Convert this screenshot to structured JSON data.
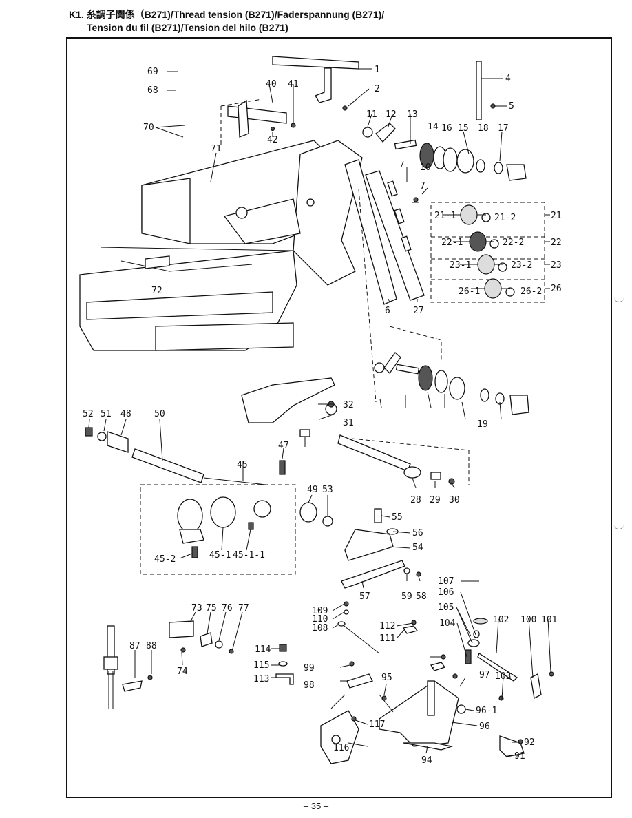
{
  "heading": {
    "line1": "K1. 糸調子関係（B271)/Thread tension (B271)/Faderspannung (B271)/",
    "line2": "Tension du fil (B271)/Tension del hilo (B271)"
  },
  "page_number": "– 35 –",
  "part_labels": [
    "1",
    "2",
    "4",
    "5",
    "6",
    "7",
    "10",
    "11",
    "12",
    "13",
    "14",
    "15",
    "16",
    "17",
    "18",
    "19",
    "21",
    "21-1",
    "21-2",
    "22",
    "22-1",
    "22-2",
    "23",
    "23-1",
    "23-2",
    "26",
    "26-1",
    "26-2",
    "27",
    "28",
    "29",
    "30",
    "31",
    "32",
    "40",
    "41",
    "42",
    "45",
    "45-1",
    "45-1-1",
    "45-2",
    "47",
    "48",
    "49",
    "50",
    "51",
    "52",
    "53",
    "54",
    "55",
    "56",
    "57",
    "58",
    "59",
    "68",
    "69",
    "70",
    "71",
    "72",
    "73",
    "74",
    "75",
    "76",
    "77",
    "87",
    "88",
    "91",
    "92",
    "94",
    "95",
    "96",
    "96-1",
    "97",
    "98",
    "99",
    "100",
    "101",
    "102",
    "103",
    "104",
    "105",
    "106",
    "107",
    "108",
    "109",
    "110",
    "111",
    "112",
    "113",
    "114",
    "115",
    "116",
    "117"
  ]
}
